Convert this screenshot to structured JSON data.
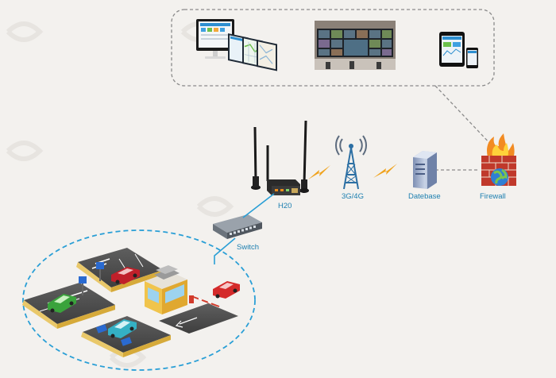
{
  "labels": {
    "router": "H20",
    "network": "3G/4G",
    "database": "Datebase",
    "firewall": "Firewall",
    "switch": "Switch"
  },
  "colors": {
    "label_blue": "#1c7fb0",
    "lightning": "#f0a21b",
    "link_blue": "#2a9fd6",
    "dashed_gray": "#8a8a8a"
  },
  "icons": {
    "router": "router-icon",
    "tower": "cell-tower-icon",
    "database": "database-server-icon",
    "firewall": "firewall-icon",
    "switch": "network-switch-icon",
    "monitoring": "monitoring-devices-icon"
  }
}
